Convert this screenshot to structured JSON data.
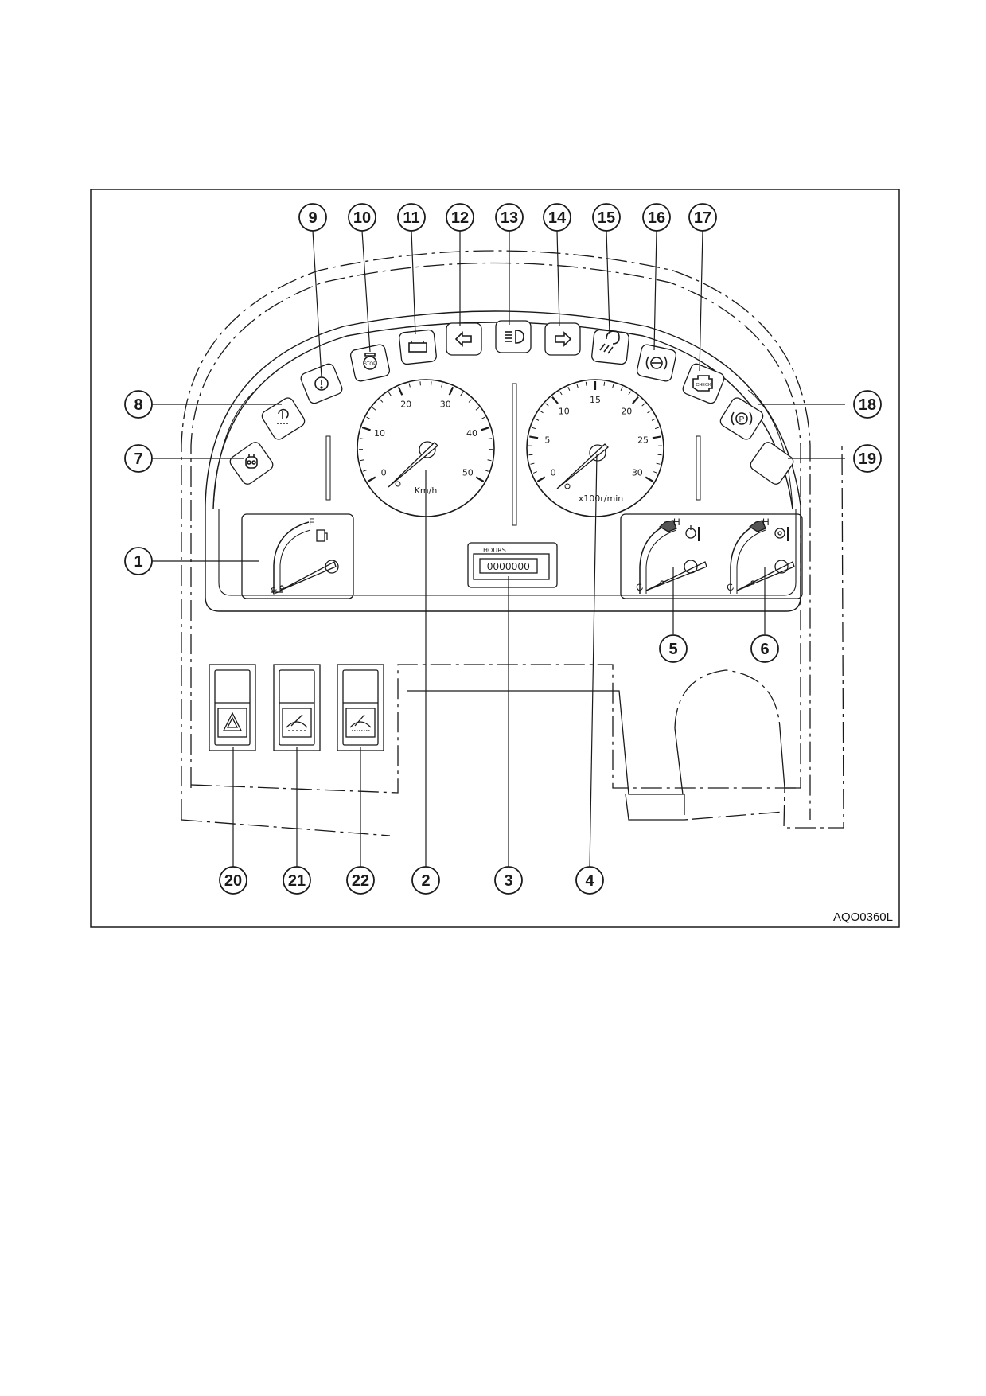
{
  "figure_code": "AQO0360L",
  "callouts": [
    "1",
    "2",
    "3",
    "4",
    "5",
    "6",
    "7",
    "8",
    "9",
    "10",
    "11",
    "12",
    "13",
    "14",
    "15",
    "16",
    "17",
    "18",
    "19",
    "20",
    "21",
    "22"
  ],
  "speedometer": {
    "ticks": [
      "0",
      "10",
      "20",
      "30",
      "40",
      "50"
    ],
    "unit": "Km/h"
  },
  "tachometer": {
    "ticks": [
      "0",
      "5",
      "10",
      "15",
      "20",
      "25",
      "30"
    ],
    "unit": "x100r/min"
  },
  "hour_meter": {
    "label": "HOURS",
    "digits": "0000000"
  },
  "fuel_gauge": {
    "full": "F",
    "empty": "E"
  },
  "coolant_gauge": {
    "hot": "H",
    "cold": "C"
  },
  "transmission_oil_gauge": {
    "hot": "H",
    "cold": "C"
  },
  "indicator_icons": [
    "preheat-icon",
    "engine-oil-pressure-icon",
    "air-cleaner-icon",
    "engine-stop-icon",
    "battery-charge-icon",
    "turn-left-icon",
    "high-beam-icon",
    "turn-right-icon",
    "work-light-icon",
    "brake-fault-icon",
    "check-engine-icon",
    "parking-brake-icon",
    "blank-indicator"
  ],
  "switch_icons": [
    "hazard-warning-icon",
    "front-wiper-icon",
    "rear-wiper-icon"
  ],
  "colors": {
    "ink": "#1a1a1a",
    "background": "#ffffff"
  }
}
